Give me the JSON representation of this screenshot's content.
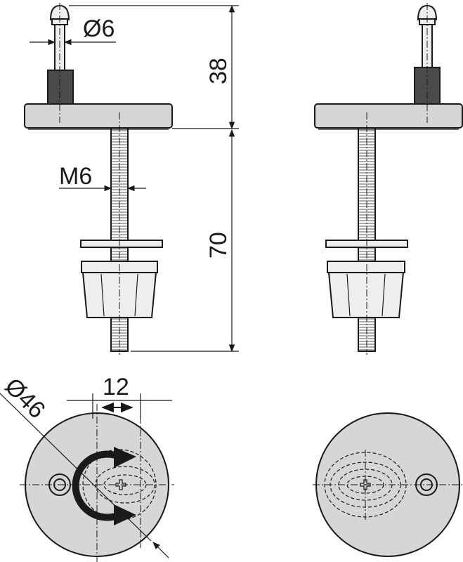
{
  "dimensions": {
    "pin_diameter": "Ø6",
    "pin_height": "38",
    "thread": "M6",
    "thread_length": "70",
    "offset": "12",
    "base_diameter": "Ø46"
  },
  "colors": {
    "ink": "#1a1a1a",
    "base_fill": "#d6d6d6",
    "sleeve_fill": "#4a4a4a",
    "nut_fill": "#eeeeee"
  }
}
